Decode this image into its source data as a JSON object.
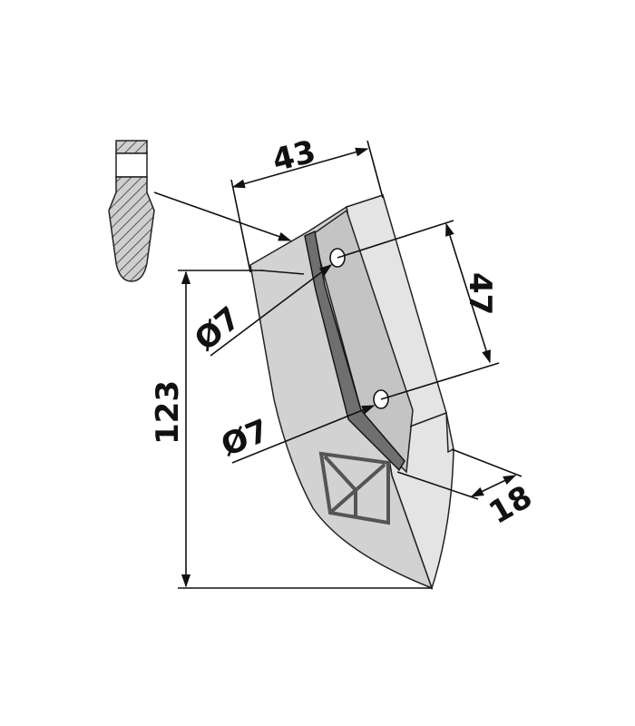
{
  "dimensions": {
    "width_top": "43",
    "hole_diameter_upper": "Ø7",
    "hole_diameter_lower": "Ø7",
    "hole_spacing": "47",
    "height": "123",
    "thickness": "18"
  },
  "colors": {
    "part_face": "#d2d2d2",
    "part_side": "#e6e6e6",
    "part_shadow": "#bdbdbd",
    "rib": "#6f6f6f",
    "section_hatch": "#9a9a9a",
    "ink": "#111111"
  }
}
